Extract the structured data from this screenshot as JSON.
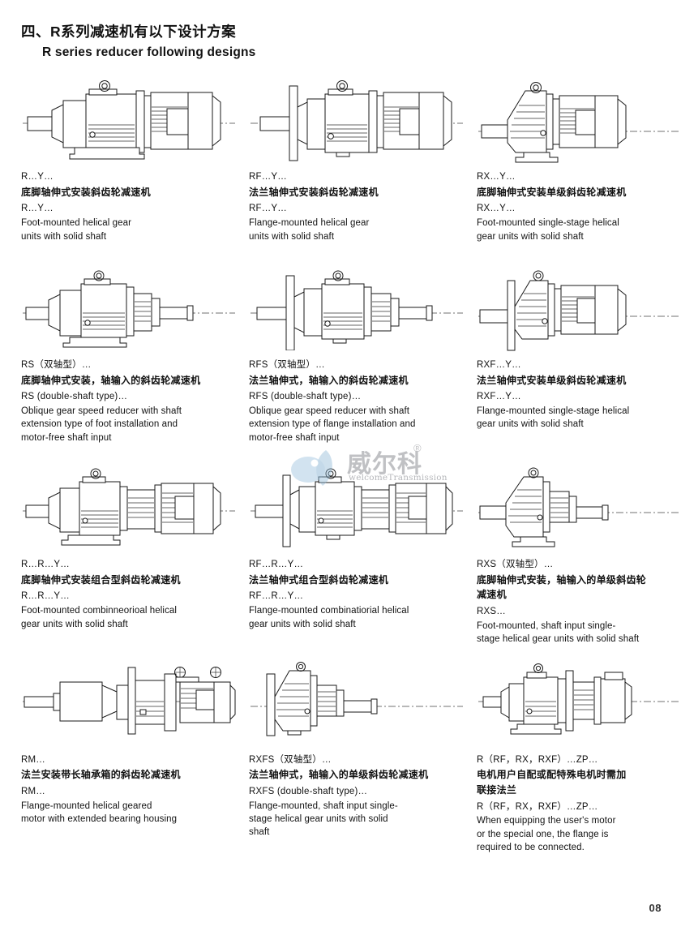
{
  "header": {
    "title_cn": "四、R系列减速机有以下设计方案",
    "title_en": "R series reducer following designs"
  },
  "page_number": "08",
  "watermark": {
    "logo_cn": "威尔科",
    "registered_mark": "®",
    "tagline": "welcomeTransmission"
  },
  "products": [
    {
      "id": "r-y",
      "figure_name": "foot-mounted-helical-gear-unit-diagram",
      "code_cn": "R…Y…",
      "desc_cn": "底脚轴伸式安装斜齿轮减速机",
      "code_en": "R…Y…",
      "desc_en": "Foot-mounted helical gear\nunits with solid shaft"
    },
    {
      "id": "rf-y",
      "figure_name": "flange-mounted-helical-gear-unit-diagram",
      "code_cn": "RF…Y…",
      "desc_cn": "法兰轴伸式安装斜齿轮减速机",
      "code_en": "RF…Y…",
      "desc_en": "Flange-mounted helical gear\nunits with solid shaft"
    },
    {
      "id": "rx-y",
      "figure_name": "foot-mounted-single-stage-helical-gear-unit-diagram",
      "code_cn": "RX…Y…",
      "desc_cn": "底脚轴伸式安装单级斜齿轮减速机",
      "code_en": "RX…Y…",
      "desc_en": "Foot-mounted single-stage helical\ngear units with solid shaft"
    },
    {
      "id": "rs",
      "figure_name": "rs-double-shaft-reducer-diagram",
      "code_cn": "RS（双轴型）…",
      "desc_cn": "底脚轴伸式安装，轴输入的斜齿轮减速机",
      "code_en": "RS (double-shaft type)…",
      "desc_en": "Oblique gear speed reducer with shaft\nextension type of foot installation and\nmotor-free shaft input"
    },
    {
      "id": "rfs",
      "figure_name": "rfs-double-shaft-reducer-diagram",
      "code_cn": "RFS（双轴型）…",
      "desc_cn": "法兰轴伸式，轴输入的斜齿轮减速机",
      "code_en": "RFS (double-shaft type)…",
      "desc_en": "Oblique gear speed reducer with shaft\nextension type of flange installation and\nmotor-free shaft input"
    },
    {
      "id": "rxf-y",
      "figure_name": "flange-mounted-single-stage-helical-gear-unit-diagram",
      "code_cn": "RXF…Y…",
      "desc_cn": "法兰轴伸式安装单级斜齿轮减速机",
      "code_en": "RXF…Y…",
      "desc_en": "Flange-mounted single-stage helical\ngear units with solid shaft"
    },
    {
      "id": "r-r-y",
      "figure_name": "foot-mounted-combination-helical-gear-unit-diagram",
      "code_cn": "R…R…Y…",
      "desc_cn": "底脚轴伸式安装组合型斜齿轮减速机",
      "code_en": "R…R…Y…",
      "desc_en": "Foot-mounted combinneorioal helical\ngear units with solid shaft"
    },
    {
      "id": "rf-r-y",
      "figure_name": "flange-mounted-combination-helical-gear-unit-diagram",
      "code_cn": "RF…R…Y…",
      "desc_cn": "法兰轴伸式组合型斜齿轮减速机",
      "code_en": "RF…R…Y…",
      "desc_en": "Flange-mounted combinatiorial helical\ngear units with solid shaft"
    },
    {
      "id": "rxs",
      "figure_name": "rxs-double-shaft-single-stage-reducer-diagram",
      "code_cn": "RXS（双轴型）…",
      "desc_cn": "底脚轴伸式安装，轴输入的单级斜齿轮\n减速机",
      "code_en": "RXS…",
      "desc_en": "Foot-mounted, shaft input single-\nstage helical gear units with solid shaft"
    },
    {
      "id": "rm",
      "figure_name": "rm-extended-bearing-housing-diagram",
      "code_cn": "RM…",
      "desc_cn": "法兰安装带长轴承箱的斜齿轮减速机",
      "code_en": "RM…",
      "desc_en": "Flange-mounted helical geared\nmotor with extended bearing housing"
    },
    {
      "id": "rxfs",
      "figure_name": "rxfs-double-shaft-single-stage-reducer-diagram",
      "code_cn": "RXFS（双轴型）…",
      "desc_cn": "法兰轴伸式，轴输入的单级斜齿轮减速机",
      "code_en": "RXFS (double-shaft type)…",
      "desc_en": "Flange-mounted, shaft input single-\nstage helical gear units with solid\nshaft"
    },
    {
      "id": "r-zp",
      "figure_name": "r-zp-motor-adapter-flange-diagram",
      "code_cn": "R（RF，RX，RXF）…ZP…",
      "desc_cn": "电机用户自配或配特殊电机时需加\n联接法兰",
      "code_en": "R（RF，RX，RXF）…ZP…",
      "desc_en": "When equipping the user's motor\nor the special one, the flange is\nrequired to be connected."
    }
  ]
}
